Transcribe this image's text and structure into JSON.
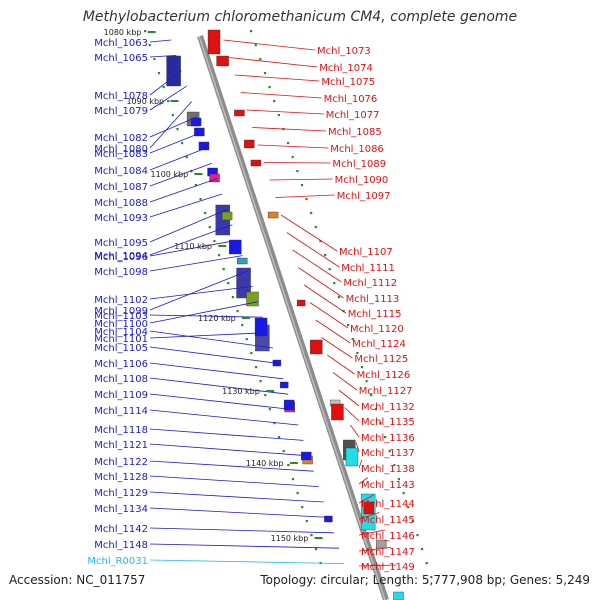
{
  "title": "Methylobacterium chloromethanicum CM4, complete genome",
  "footer": {
    "accession": "Accession: NC_011757",
    "summary": "Topology: circular; Length: 5,777,908 bp; Genes: 5,249"
  },
  "colors": {
    "reverse_label": "#1a1acc",
    "forward_label": "#e01010",
    "rna_label": "#22bbee",
    "backbone": "#909090",
    "tick": "#2a8a2a"
  },
  "kbp_labels": [
    "1080 kbp",
    "1090 kbp",
    "1100 kbp",
    "1110 kbp",
    "1120 kbp",
    "1130 kbp",
    "1140 kbp",
    "1150 kbp"
  ],
  "left_genes": [
    "Mchl_1063",
    "Mchl_1065",
    "Mchl_1078",
    "Mchl_1079",
    "Mchl_1080",
    "Mchl_1082",
    "Mchl_1083",
    "Mchl_1084",
    "Mchl_1087",
    "Mchl_1088",
    "Mchl_1093",
    "Mchl_1095",
    "Mchl_1094",
    "Mchl_1096",
    "Mchl_1098",
    "Mchl_1099",
    "Mchl_1102",
    "Mchl_1100",
    "Mchl_1103",
    "Mchl_1101",
    "Mchl_1104",
    "Mchl_1105",
    "Mchl_1106",
    "Mchl_1108",
    "Mchl_1109",
    "Mchl_1114",
    "Mchl_1118",
    "Mchl_1121",
    "Mchl_1122",
    "Mchl_1128",
    "Mchl_1129",
    "Mchl_1134",
    "Mchl_1142",
    "Mchl_1148",
    "Mchl_R0031"
  ],
  "right_genes": [
    "Mchl_1073",
    "Mchl_1074",
    "Mchl_1075",
    "Mchl_1076",
    "Mchl_1077",
    "Mchl_1085",
    "Mchl_1086",
    "Mchl_1089",
    "Mchl_1090",
    "Mchl_1097",
    "Mchl_1107",
    "Mchl_1111",
    "Mchl_1112",
    "Mchl_1113",
    "Mchl_1115",
    "Mchl_1120",
    "Mchl_1124",
    "Mchl_1125",
    "Mchl_1126",
    "Mchl_1127",
    "Mchl_1132",
    "Mchl_1135",
    "Mchl_1136",
    "Mchl_1137",
    "Mchl_1138",
    "Mchl_1143",
    "Mchl_1144",
    "Mchl_1145",
    "Mchl_1146",
    "Mchl_1147",
    "Mchl_1149"
  ]
}
